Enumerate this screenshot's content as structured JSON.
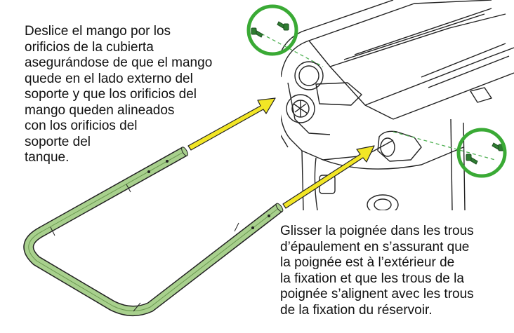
{
  "instructions": {
    "spanish": {
      "lines": [
        "Deslice el mango por los",
        "orificios de la cubierta",
        "asegurándose de que el mango",
        "quede en el lado externo del",
        "soporte y que los orificios del",
        "mango queden alineados",
        "con los orificios del",
        "soporte del",
        "tanque."
      ]
    },
    "french": {
      "lines": [
        "Glisser la poignée dans les trous",
        "d’épaulement en s’assurant que",
        "la poignée est à l’extérieur de",
        "la fixation et que les trous de la",
        "poignée s’alignent avec les trous",
        "de la fixation du réservoir."
      ]
    }
  },
  "colors": {
    "handle_fill": "#a8d08d",
    "arrow_fill": "#f2e626",
    "highlight_circle": "#3aaa35",
    "line_art": "#222222",
    "screw_axis": "#4caf50"
  },
  "icons": {
    "arrow_to_top_bracket": "arrow-icon",
    "arrow_to_side_bracket": "arrow-icon",
    "highlight_top": "circle-highlight-icon",
    "highlight_right": "circle-highlight-icon"
  }
}
